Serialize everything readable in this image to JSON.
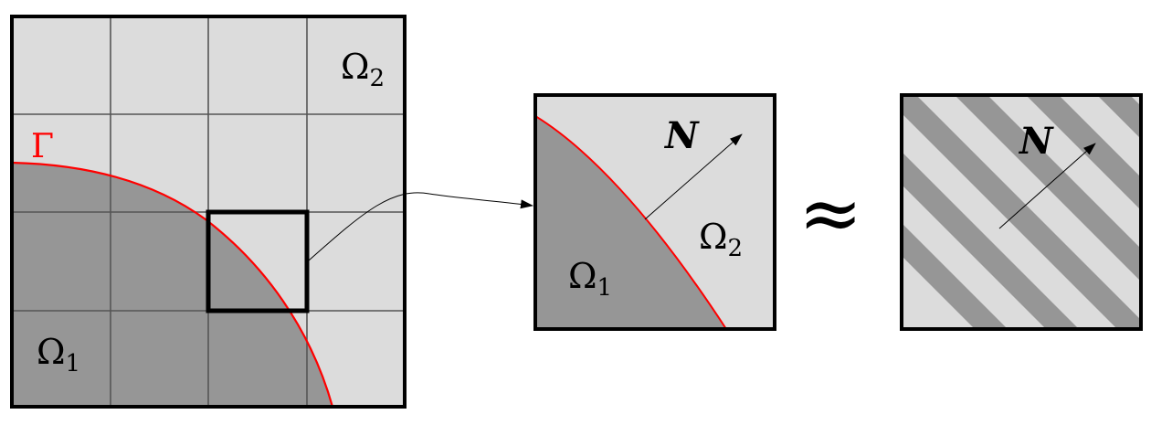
{
  "colors": {
    "background": "#ffffff",
    "light_region": "#dcdcdc",
    "dark_region": "#969696",
    "interface_curve": "#ff0000",
    "grid_lines": "#555555",
    "frame": "#000000",
    "stripe_light": "#dcdcdc",
    "stripe_dark": "#969696"
  },
  "panels": {
    "mesh": {
      "grid": "4x4",
      "region_top_label": "Ω",
      "region_top_subscript": "2",
      "region_bottom_label": "Ω",
      "region_bottom_subscript": "1",
      "interface_label": "Γ"
    },
    "zoom": {
      "region_left_label": "Ω",
      "region_left_subscript": "1",
      "region_right_label": "Ω",
      "region_right_subscript": "2",
      "normal_label": "N"
    },
    "approx_symbol": "≈",
    "laminate": {
      "normal_label": "N",
      "stripe_count": 8
    }
  }
}
